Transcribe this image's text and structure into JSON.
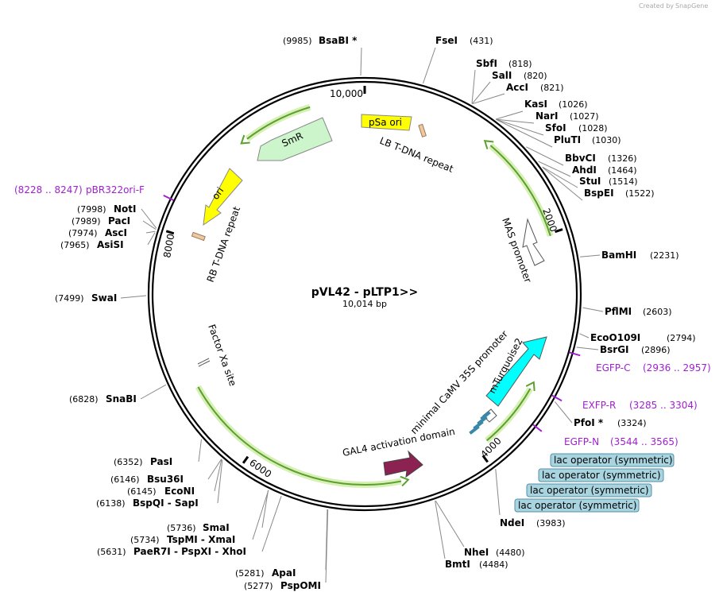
{
  "plasmid": {
    "name": "pVL42 - pLTP1>>",
    "size_label": "10,014 bp",
    "length": 10014
  },
  "credit": {
    "created_by": "Created by",
    "brand": "SnapGene"
  },
  "ticks": [
    {
      "pos": 0,
      "label": "10,000"
    },
    {
      "pos": 2000,
      "label": "2000"
    },
    {
      "pos": 4000,
      "label": "4000"
    },
    {
      "pos": 6000,
      "label": "6000"
    },
    {
      "pos": 8000,
      "label": "8000"
    }
  ],
  "sites": [
    {
      "side": "L",
      "name": "BsaBI *",
      "pos": "(9985)",
      "bp": 9985
    },
    {
      "side": "R",
      "name": "FseI",
      "pos": "(431)",
      "bp": 431
    },
    {
      "side": "R",
      "name": "SbfI",
      "pos": "(818)",
      "bp": 818
    },
    {
      "side": "R",
      "name": "SalI",
      "pos": "(820)",
      "bp": 820
    },
    {
      "side": "R",
      "name": "AccI",
      "pos": "(821)",
      "bp": 821
    },
    {
      "side": "R",
      "name": "KasI",
      "pos": "(1026)",
      "bp": 1026
    },
    {
      "side": "R",
      "name": "NarI",
      "pos": "(1027)",
      "bp": 1027
    },
    {
      "side": "R",
      "name": "SfoI",
      "pos": "(1028)",
      "bp": 1028
    },
    {
      "side": "R",
      "name": "PluTI",
      "pos": "(1030)",
      "bp": 1030
    },
    {
      "side": "R",
      "name": "BbvCI",
      "pos": "(1326)",
      "bp": 1326
    },
    {
      "side": "R",
      "name": "AhdI",
      "pos": "(1464)",
      "bp": 1464
    },
    {
      "side": "R",
      "name": "StuI",
      "pos": "(1514)",
      "bp": 1514
    },
    {
      "side": "R",
      "name": "BspEI",
      "pos": "(1522)",
      "bp": 1522
    },
    {
      "side": "R",
      "name": "BamHI",
      "pos": "(2231)",
      "bp": 2231
    },
    {
      "side": "R",
      "name": "PflMI",
      "pos": "(2603)",
      "bp": 2603
    },
    {
      "side": "R",
      "name": "EcoO109I",
      "pos": "(2794)",
      "bp": 2794
    },
    {
      "side": "R",
      "name": "BsrGI",
      "pos": "(2896)",
      "bp": 2896
    },
    {
      "side": "R",
      "name": "PfoI *",
      "pos": "(3324)",
      "bp": 3324
    },
    {
      "side": "R",
      "name": "NdeI",
      "pos": "(3983)",
      "bp": 3983
    },
    {
      "side": "R",
      "name": "NheI",
      "pos": "(4480)",
      "bp": 4480
    },
    {
      "side": "R",
      "name": "BmtI",
      "pos": "(4484)",
      "bp": 4484
    },
    {
      "side": "L",
      "name": "ApaI",
      "pos": "(5281)",
      "bp": 5281
    },
    {
      "side": "L",
      "name": "PspOMI",
      "pos": "(5277)",
      "bp": 5277
    },
    {
      "side": "L",
      "name": "SmaI",
      "pos": "(5736)",
      "bp": 5736
    },
    {
      "side": "L",
      "name": "TspMI  -  XmaI",
      "pos": "(5734)",
      "bp": 5734
    },
    {
      "side": "L",
      "name": "PaeR7I  -  PspXI  -  XhoI",
      "pos": "(5631)",
      "bp": 5631
    },
    {
      "side": "L",
      "name": "PasI",
      "pos": "(6352)",
      "bp": 6352
    },
    {
      "side": "L",
      "name": "Bsu36I",
      "pos": "(6146)",
      "bp": 6146
    },
    {
      "side": "L",
      "name": "EcoNI",
      "pos": "(6145)",
      "bp": 6145
    },
    {
      "side": "L",
      "name": "BspQI  -  SapI",
      "pos": "(6138)",
      "bp": 6138
    },
    {
      "side": "L",
      "name": "SnaBI",
      "pos": "(6828)",
      "bp": 6828
    },
    {
      "side": "L",
      "name": "SwaI",
      "pos": "(7499)",
      "bp": 7499
    },
    {
      "side": "L",
      "name": "NotI",
      "pos": "(7998)",
      "bp": 7998
    },
    {
      "side": "L",
      "name": "PacI",
      "pos": "(7989)",
      "bp": 7989
    },
    {
      "side": "L",
      "name": "AscI",
      "pos": "(7974)",
      "bp": 7974
    },
    {
      "side": "L",
      "name": "AsiSI",
      "pos": "(7965)",
      "bp": 7965
    }
  ],
  "primers": [
    {
      "label": "pBR322ori-F",
      "range": "(8228 .. 8247)",
      "bp": 8237
    },
    {
      "label": "EGFP-C",
      "range": "(2936 .. 2957)",
      "bp": 2946
    },
    {
      "label": "EXFP-R",
      "range": "(3285 .. 3304)",
      "bp": 3294
    },
    {
      "label": "EGFP-N",
      "range": "(3544 .. 3565)",
      "bp": 3555
    }
  ],
  "lac_operators": [
    {
      "label": "lac operator (symmetric)"
    },
    {
      "label": "lac operator (symmetric)"
    },
    {
      "label": "lac operator (symmetric)"
    },
    {
      "label": "lac operator (symmetric)"
    }
  ],
  "features": [
    {
      "label": "pSa ori",
      "color": "#ffff00"
    },
    {
      "label": "LB T-DNA repeat",
      "color": "#f0c8a0"
    },
    {
      "label": "SmR",
      "color": "#ccf5cc"
    },
    {
      "label": "ori",
      "color": "#ffff00"
    },
    {
      "label": "RB T-DNA repeat",
      "color": "#f0c8a0"
    },
    {
      "label": "MAS promoter",
      "color": "#ffffff"
    },
    {
      "label": "Factor Xa site",
      "color": "#ffffff"
    },
    {
      "label": "mTurquoise2",
      "color": "#00ffff"
    },
    {
      "label": "minimal CaMV 35S promoter",
      "color": "#ffffff"
    },
    {
      "label": "GAL4 activation domain",
      "color": "#8b2252"
    }
  ],
  "colors": {
    "backbone": "#000000",
    "orf_arc": "#5aa02c",
    "orf_glow": "#d8f0b8",
    "primer": "#a020d0",
    "lac_fill": "#a8d4e0",
    "lac_stroke": "#5090a8",
    "operator_block": "#3a88a8"
  }
}
